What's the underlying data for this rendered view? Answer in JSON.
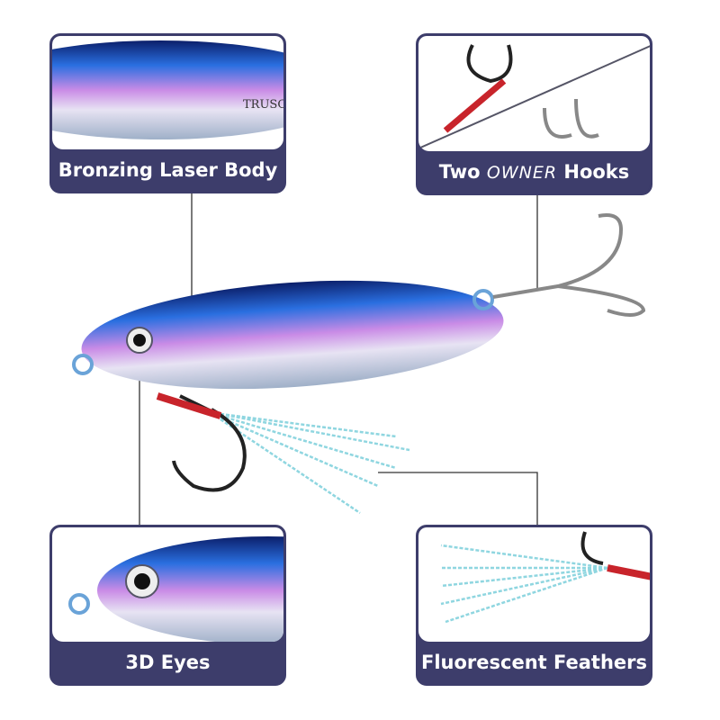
{
  "features": [
    {
      "label": "Bronzing Laser Body",
      "brand_text": "TRUSC"
    },
    {
      "label_prefix": "Two",
      "brand": "OWNER",
      "label_suffix": "Hooks"
    },
    {
      "label": "3D Eyes"
    },
    {
      "label": "Fluorescent Feathers"
    }
  ],
  "colors": {
    "navy": "#3d3d6b",
    "blue": "#1a4fbf",
    "pink": "#e7a6e0",
    "red": "#c8242b",
    "feather": "#8fd6e0"
  }
}
